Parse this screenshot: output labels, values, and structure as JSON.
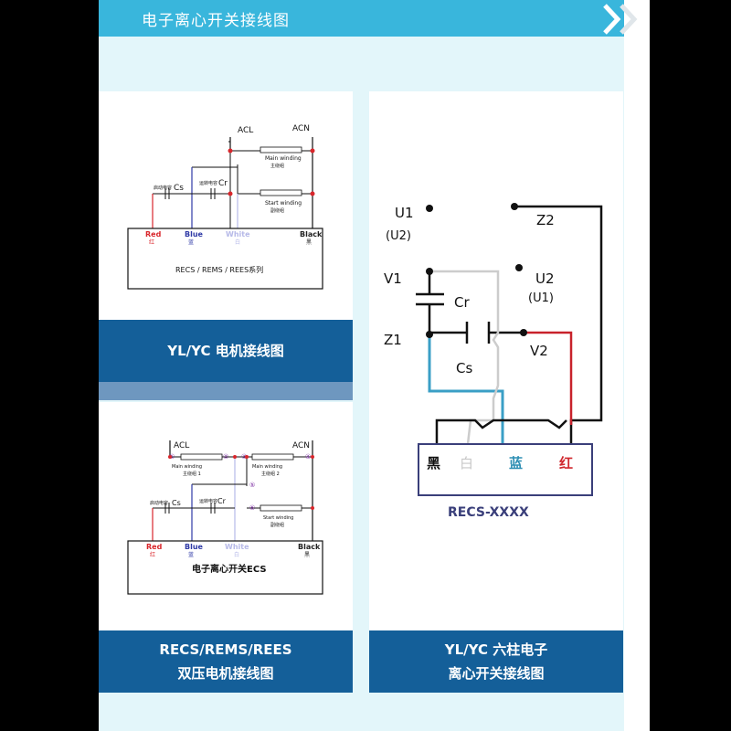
{
  "header": {
    "title": "电子离心开关接线图"
  },
  "diagram1": {
    "top_labels": [
      "ACL",
      "ACN"
    ],
    "main_winding": [
      "Main winding",
      "主绕组"
    ],
    "start_winding": [
      "Start winding",
      "副绕组"
    ],
    "cs_label": [
      "启动电容",
      "Cs"
    ],
    "cr_label": [
      "运转电容",
      "Cr"
    ],
    "wire_labels": [
      {
        "en": "Red",
        "cn": "红",
        "color": "#d9262b"
      },
      {
        "en": "Blue",
        "cn": "蓝",
        "color": "#2f3aa6"
      },
      {
        "en": "White",
        "cn": "白",
        "color": "#b6b9e8"
      },
      {
        "en": "Black",
        "cn": "黑",
        "color": "#222222"
      }
    ],
    "box_text": "RECS / REMS / REES系列",
    "caption": "YL/YC 电机接线图"
  },
  "diagram2": {
    "top_labels": [
      "ACL",
      "ACN"
    ],
    "main_winding_1": [
      "Main winding",
      "主绕组 1"
    ],
    "main_winding_2": [
      "Main winding",
      "主绕组 2"
    ],
    "start_winding": [
      "Start winding",
      "副绕组"
    ],
    "cs_label": [
      "启动电容",
      "Cs"
    ],
    "cr_label": [
      "运转电容",
      "Cr"
    ],
    "terminals": [
      "①",
      "②",
      "③",
      "④",
      "⑤",
      "⑥"
    ],
    "wire_labels": [
      {
        "en": "Red",
        "cn": "红",
        "color": "#d9262b"
      },
      {
        "en": "Blue",
        "cn": "蓝",
        "color": "#2f3aa6"
      },
      {
        "en": "White",
        "cn": "白",
        "color": "#b6b9e8"
      },
      {
        "en": "Black",
        "cn": "黑",
        "color": "#222222"
      }
    ],
    "box_text": "电子离心开关ECS",
    "caption_lines": [
      "RECS/REMS/REES",
      "双压电机接线图"
    ]
  },
  "diagram3": {
    "labels": {
      "u1": "U1",
      "u2_paren": "(U2)",
      "z2": "Z2",
      "v1": "V1",
      "u2": "U2",
      "u1_paren": "(U1)",
      "cr": "Cr",
      "z1": "Z1",
      "v2": "V2",
      "cs": "Cs"
    },
    "box_colors": [
      {
        "text": "黑",
        "color": "#111111"
      },
      {
        "text": "白",
        "color": "#c8c8c8"
      },
      {
        "text": "蓝",
        "color": "#2f8fb4"
      },
      {
        "text": "红",
        "color": "#d0282e"
      }
    ],
    "box_text": "RECS-XXXX",
    "caption_lines": [
      "YL/YC 六柱电子",
      "离心开关接线图"
    ]
  }
}
